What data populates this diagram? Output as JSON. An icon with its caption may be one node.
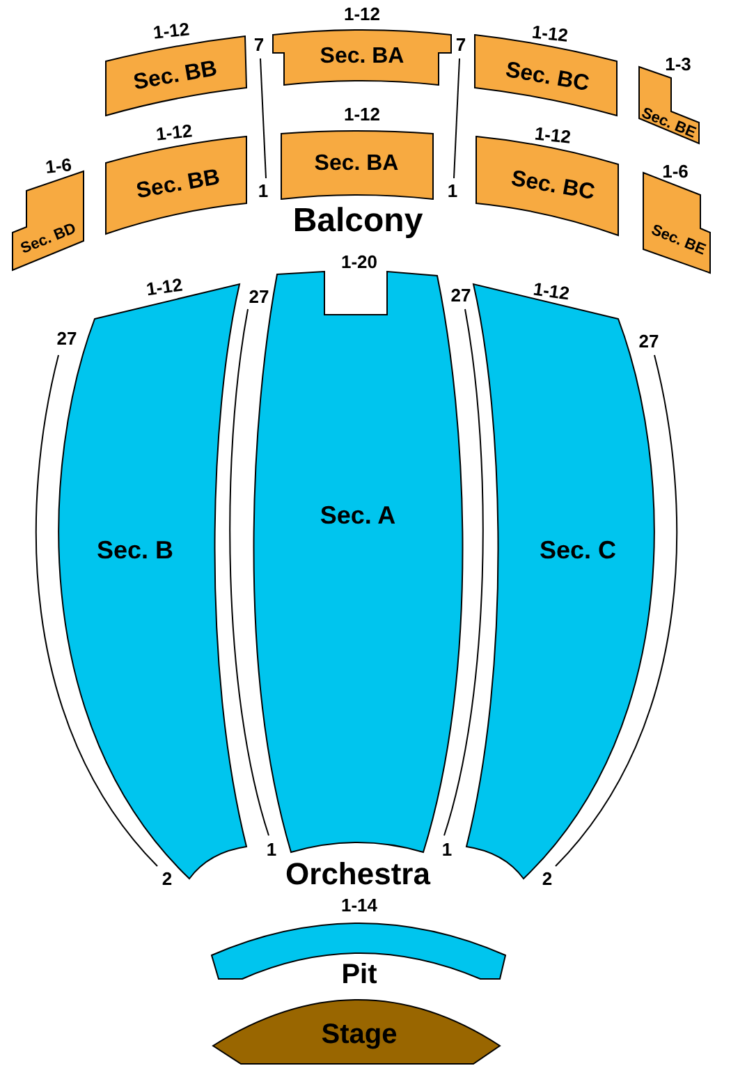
{
  "diagram": {
    "nodes": [
      {
        "text": [
          "Sec. BB"
        ],
        "beside": [
          "1-12"
        ]
      },
      {
        "text": [
          "Sec. BA"
        ],
        "beside": [
          "1-12"
        ]
      },
      {
        "text": [
          "Sec. BC"
        ],
        "beside": [
          "1-12"
        ]
      },
      {
        "text": [
          "Sec. BE"
        ],
        "beside": [
          "1-3"
        ]
      },
      {
        "text": [
          "Sec. BD"
        ],
        "beside": [
          "1-6"
        ]
      },
      {
        "text": [
          "Sec. BB"
        ],
        "beside": [
          "1-12"
        ]
      },
      {
        "text": [
          "Sec. BA"
        ],
        "beside": [
          "1-12"
        ]
      },
      {
        "text": [
          "Sec. BC"
        ],
        "beside": [
          "1-12"
        ]
      },
      {
        "text": [
          "Sec. BE"
        ],
        "beside": [
          "1-6"
        ]
      },
      {
        "text": [
          "Sec. B"
        ],
        "beside": [
          "1-12"
        ]
      },
      {
        "text": [
          "Sec. A"
        ],
        "beside": [
          "1-20"
        ]
      },
      {
        "text": [
          "Sec. C"
        ],
        "beside": [
          "1-12"
        ]
      },
      {
        "text": [
          "Pit"
        ],
        "beside": [
          "1-14"
        ]
      },
      {
        "text": [
          "Stage"
        ]
      }
    ],
    "labels": [
      "7",
      "7",
      "1",
      "1",
      "Balcony",
      "27",
      "27",
      "27",
      "27",
      "1",
      "1",
      "2",
      "Orchestra",
      "2"
    ]
  }
}
